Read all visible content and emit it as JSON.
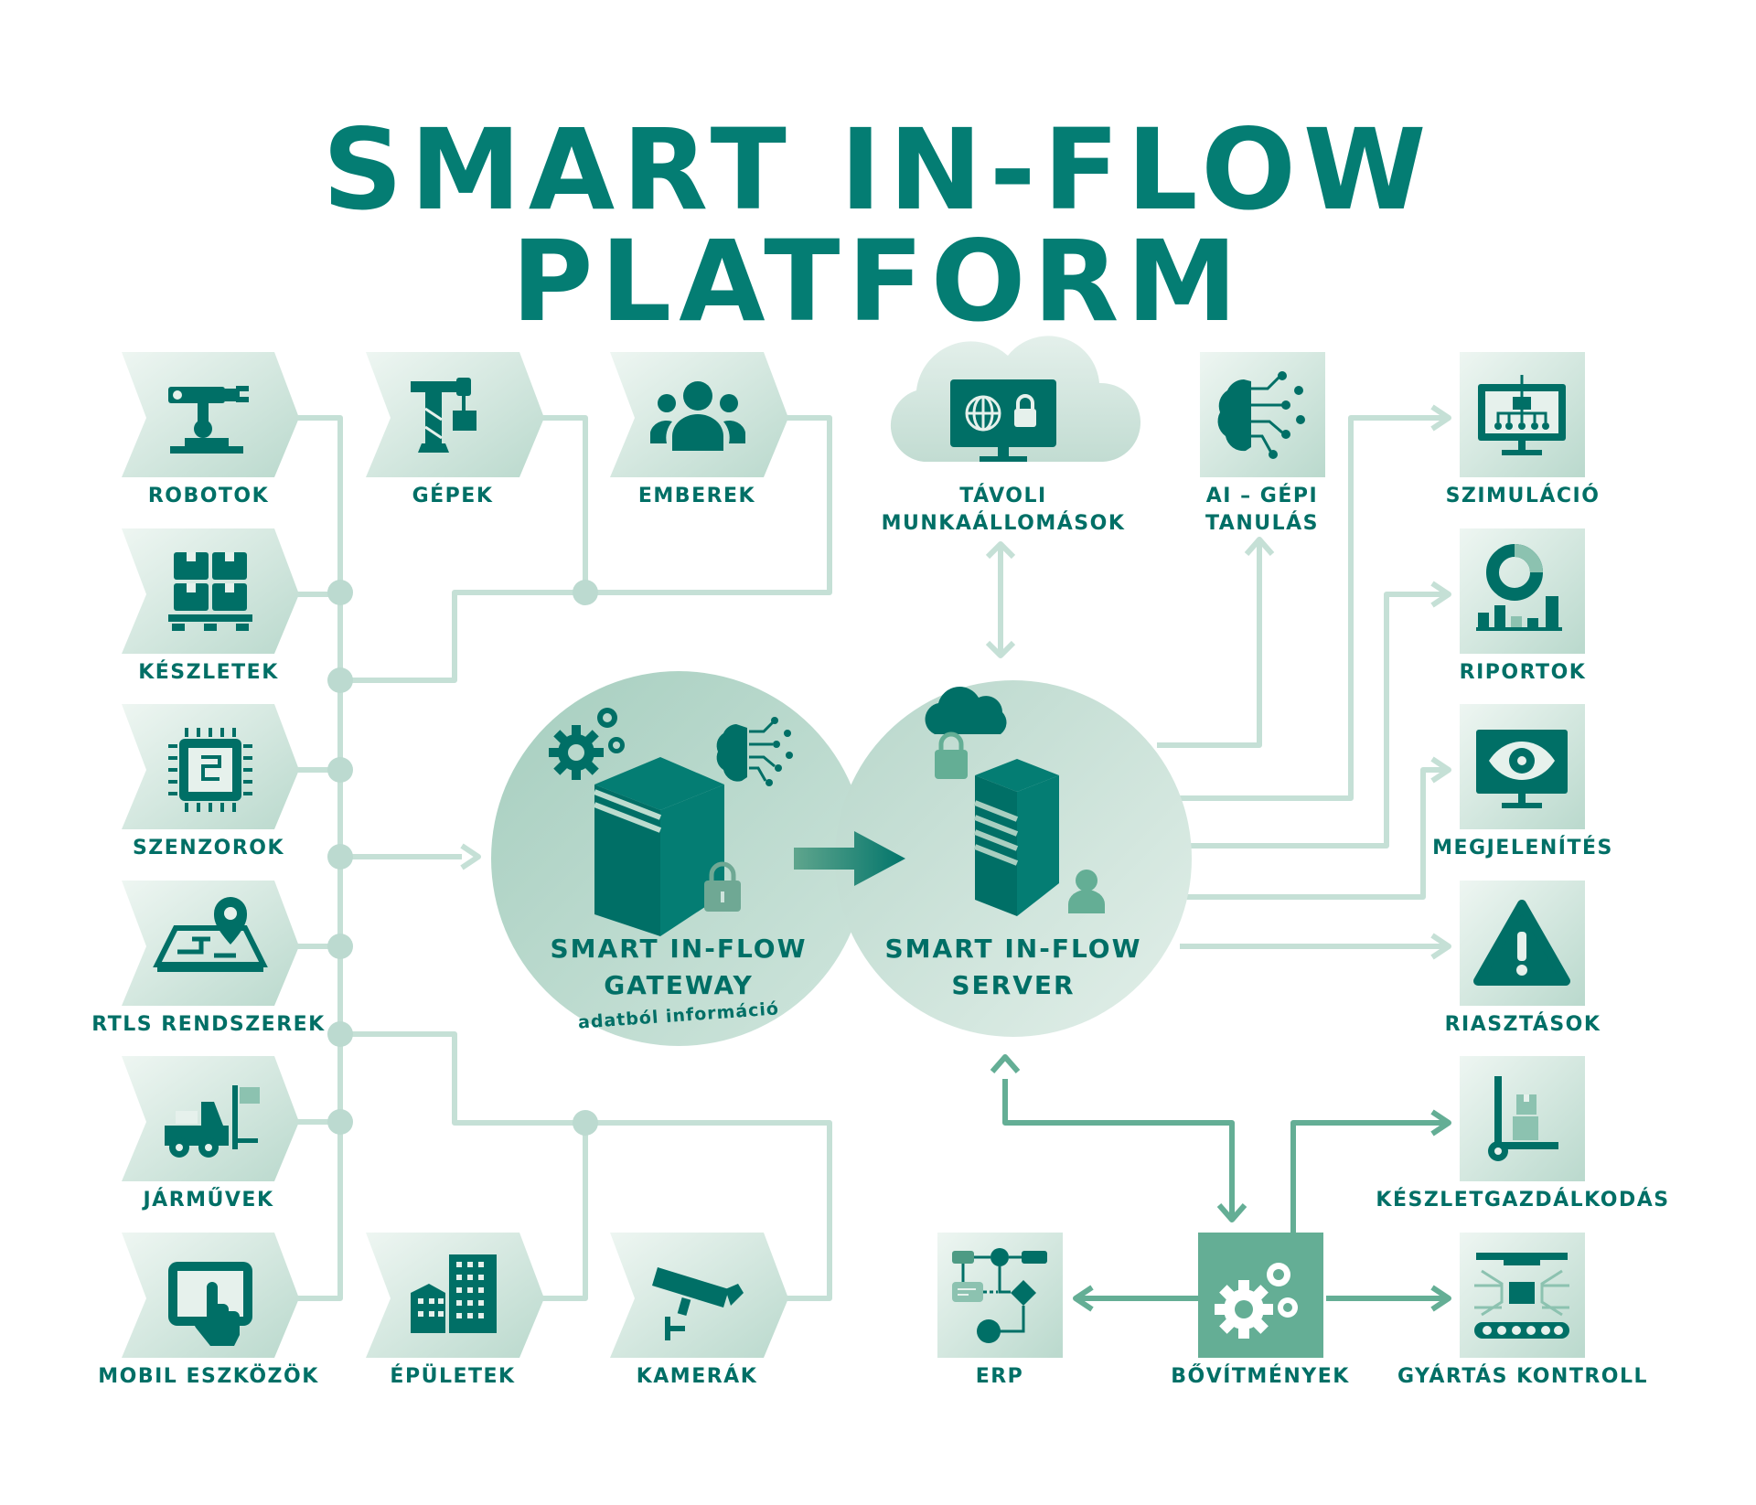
{
  "title": "SMART IN-FLOW PLATFORM",
  "colors": {
    "brand": "#047d73",
    "icon": "#006f66",
    "tile_light": "#e9f3ef",
    "tile_dark": "#bcdcd0",
    "line": "#c5e0d6",
    "node": "#bcdad0",
    "circle": "#bedad0",
    "accent": "#64ae95"
  },
  "sources": [
    {
      "id": "robotok",
      "label": "ROBOTOK",
      "icon": "robot-arm-icon"
    },
    {
      "id": "gepek",
      "label": "GÉPEK",
      "icon": "crane-icon"
    },
    {
      "id": "emberek",
      "label": "EMBEREK",
      "icon": "people-icon"
    },
    {
      "id": "keszletek",
      "label": "KÉSZLETEK",
      "icon": "pallet-boxes-icon"
    },
    {
      "id": "szenzorok",
      "label": "SZENZOROK",
      "icon": "chip-icon"
    },
    {
      "id": "rtls",
      "label": "RTLS RENDSZEREK",
      "icon": "map-pin-icon"
    },
    {
      "id": "jarmuvek",
      "label": "JÁRMŰVEK",
      "icon": "forklift-icon"
    },
    {
      "id": "mobil",
      "label": "MOBIL ESZKÖZÖK",
      "icon": "tablet-icon"
    },
    {
      "id": "epuletek",
      "label": "ÉPÜLETEK",
      "icon": "buildings-icon"
    },
    {
      "id": "kamerak",
      "label": "KAMERÁK",
      "icon": "camera-icon"
    }
  ],
  "gateway": {
    "line1": "SMART IN-FLOW",
    "line2": "GATEWAY",
    "tagline": "adatból információ"
  },
  "server": {
    "line1": "SMART IN-FLOW",
    "line2": "SERVER"
  },
  "remote": {
    "line1": "TÁVOLI",
    "line2": "MUNKAÁLLOMÁSOK"
  },
  "ai": {
    "line1": "AI – GÉPI",
    "line2": "TANULÁS"
  },
  "outputs": [
    {
      "id": "szimulacio",
      "label": "SZIMULÁCIÓ",
      "icon": "simulation-monitor-icon"
    },
    {
      "id": "riportok",
      "label": "RIPORTOK",
      "icon": "report-chart-icon"
    },
    {
      "id": "megjelenites",
      "label": "MEGJELENÍTÉS",
      "icon": "eye-monitor-icon"
    },
    {
      "id": "riasztasok",
      "label": "RIASZTÁSOK",
      "icon": "warning-icon"
    },
    {
      "id": "keszletgazdalkodas",
      "label": "KÉSZLETGAZDÁLKODÁS",
      "icon": "hand-truck-icon"
    },
    {
      "id": "gyartas",
      "label": "GYÁRTÁS KONTROLL",
      "icon": "conveyor-icon"
    }
  ],
  "extensions": {
    "label": "BŐVÍTMÉNYEK",
    "icon": "gears-icon"
  },
  "erp": {
    "label": "ERP",
    "icon": "flowchart-icon"
  }
}
